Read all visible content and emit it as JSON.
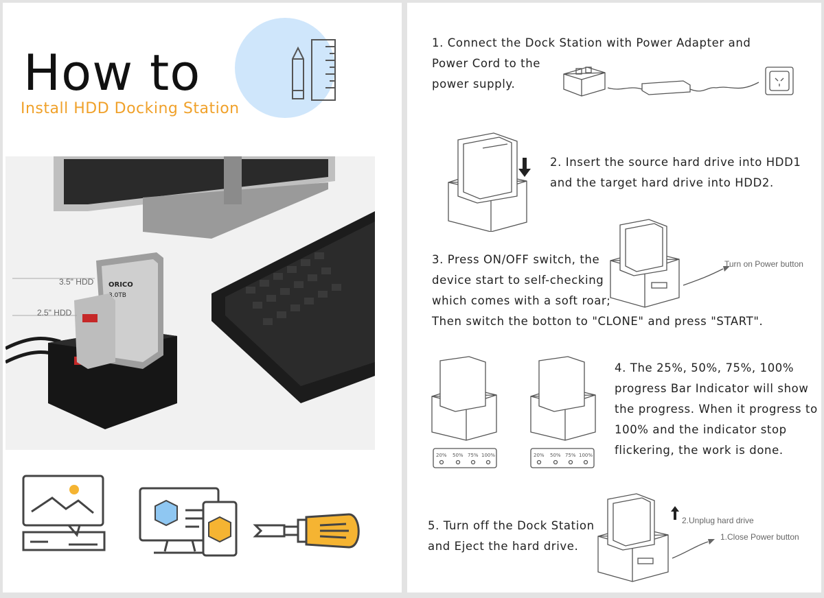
{
  "left": {
    "title": "How to",
    "subtitle": "Install HDD Docking Station",
    "photo": {
      "label_35": "3.5\" HDD",
      "label_25": "2.5\" HDD",
      "drive_brand": "ORICO",
      "drive_capacity": "3.0TB"
    },
    "icons": [
      "monitor-chat-icon",
      "computer-tablet-cube-icon",
      "screwdriver-icon"
    ]
  },
  "right": {
    "step1": {
      "lines": [
        "1. Connect the Dock Station with Power Adapter and",
        "Power Cord to the",
        "power supply."
      ]
    },
    "step2": {
      "lines": [
        "2. Insert the source hard drive into HDD1",
        "and the target hard drive into HDD2."
      ]
    },
    "step3": {
      "lines": [
        "3. Press ON/OFF switch, the",
        "device start to self-checking",
        "which comes with a soft roar;",
        "Then switch the botton to \"CLONE\" and press \"START\"."
      ],
      "callout": "Turn on Power button"
    },
    "step4": {
      "lines": [
        "4. The 25%, 50%, 75%, 100%",
        "progress Bar Indicator will show",
        "the progress. When it progress to",
        "100% and the indicator stop",
        "flickering, the work is done."
      ],
      "progress_labels": [
        "20%",
        "50%",
        "75%",
        "100%"
      ]
    },
    "step5": {
      "lines": [
        "5. Turn off the Dock Station",
        "and Eject the hard drive."
      ],
      "callout_unplug": "2.Unplug hard drive",
      "callout_power": "1.Close Power button"
    }
  },
  "colors": {
    "accent_orange": "#f0a12a",
    "accent_blue_circle": "#cfe6fb",
    "icon_yellow": "#f5b432",
    "icon_blue": "#8fc7f2"
  }
}
